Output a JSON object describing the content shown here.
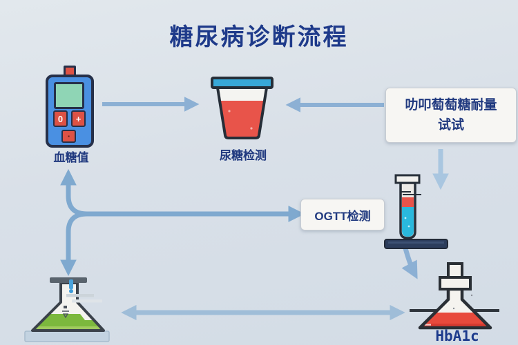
{
  "title": "糖尿病诊断流程",
  "glucose_meter": {
    "label": "血糖值",
    "button_zero": "0",
    "button_plus": "+",
    "button_dot": "▪"
  },
  "urine_cup": {
    "label": "尿糖检测"
  },
  "tolerance_box": {
    "line1": "叻叩萄萄糖耐量",
    "line2": "试试"
  },
  "ogtt_box": {
    "label": "OGTT检测"
  },
  "hba1c": {
    "label": "HbA1c"
  },
  "colors": {
    "background": "#d9e0e8",
    "title_text": "#1e3a8a",
    "label_text": "#20397f",
    "arrow_medium": "#8cb0d4",
    "arrow_strong": "#7fa9cf",
    "arrow_pale": "#a9c6e0",
    "arrow_bottom": "#9fbdd8",
    "meter_body_blue": "#4a90e2",
    "meter_screen_green": "#8fd5b5",
    "button_red": "#dd5245",
    "cup_rim_blue": "#38a8d8",
    "liquid_red": "#e8544a",
    "tube_cyan": "#2ab8dc",
    "stand_navy": "#2c3d5c",
    "flask_green": "#7cb83d",
    "flask_red": "#e84a3c",
    "base_tray": "#c3d3e1"
  }
}
